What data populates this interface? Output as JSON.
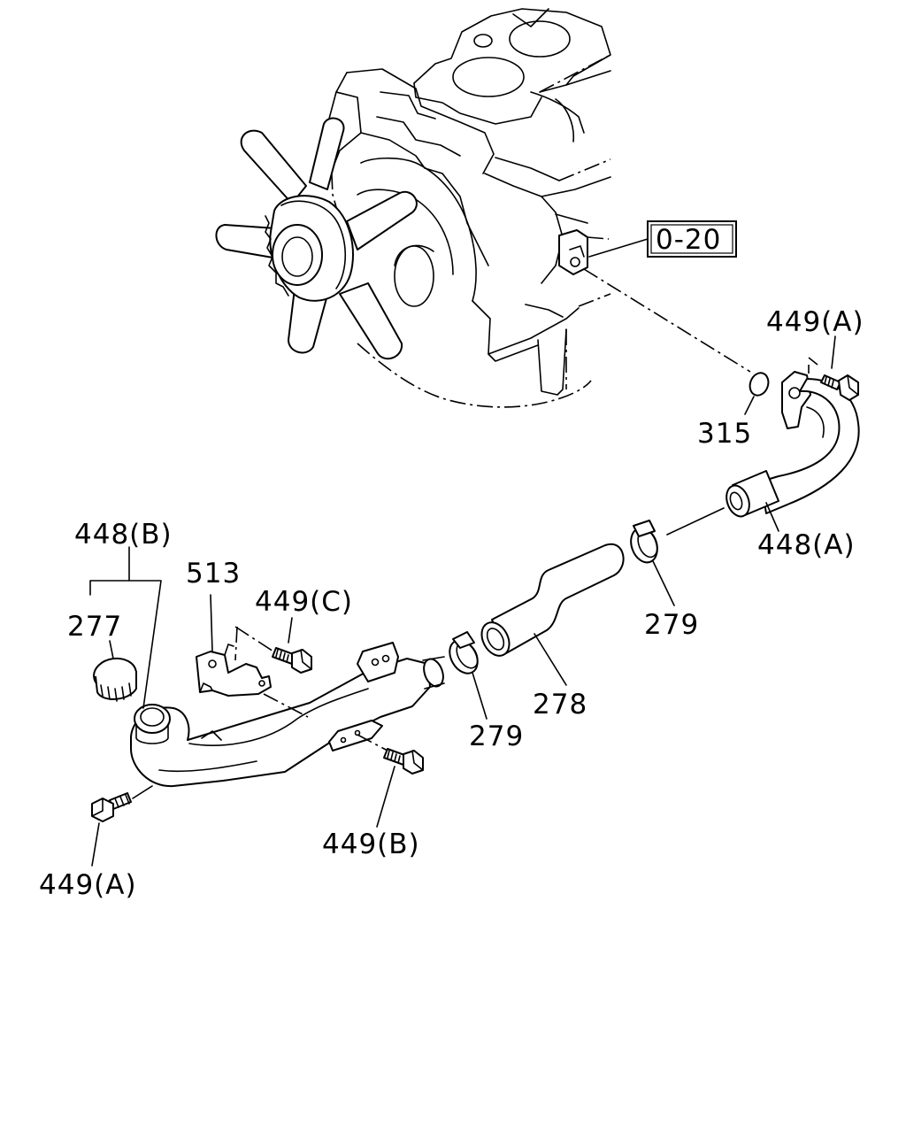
{
  "reference_box": "0-20",
  "labels": {
    "l449A_top": "449(A)",
    "l315": "315",
    "l448A": "448(A)",
    "l279_right": "279",
    "l278": "278",
    "l279_left": "279",
    "l448B": "448(B)",
    "l277": "277",
    "l513": "513",
    "l449C": "449(C)",
    "l449B": "449(B)",
    "l449A_bottom": "449(A)"
  }
}
